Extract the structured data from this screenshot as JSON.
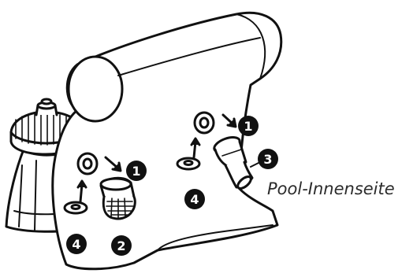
{
  "caption": "Pool-Innenseite",
  "colors": {
    "line": "#111111",
    "badge": "#111111",
    "badge_text": "#ffffff",
    "background": "#ffffff"
  },
  "callouts": [
    {
      "id": "badge-1-left",
      "label": "1"
    },
    {
      "id": "badge-2",
      "label": "2"
    },
    {
      "id": "badge-4-left",
      "label": "4"
    },
    {
      "id": "badge-1-right",
      "label": "1"
    },
    {
      "id": "badge-3",
      "label": "3"
    },
    {
      "id": "badge-4-right",
      "label": "4"
    }
  ]
}
